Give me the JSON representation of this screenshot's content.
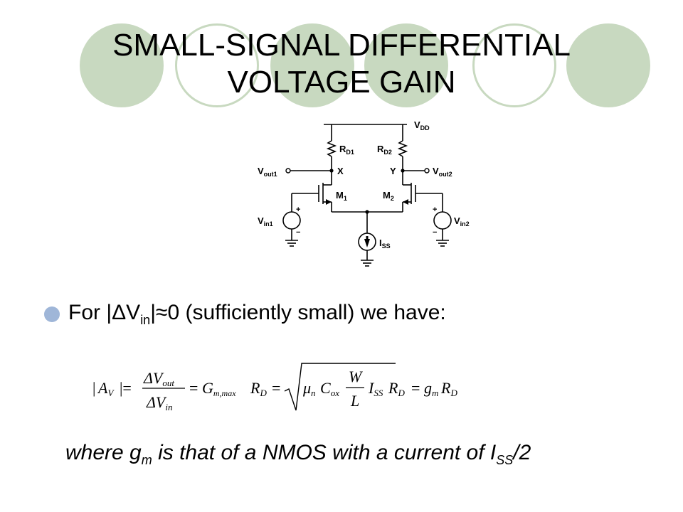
{
  "slide": {
    "title_line1": "SMALL-SIGNAL DIFFERENTIAL",
    "title_line2": "VOLTAGE GAIN"
  },
  "circuit": {
    "vdd": "V",
    "vdd_sub": "DD",
    "rd1": "R",
    "rd1_sub": "D1",
    "rd2": "R",
    "rd2_sub": "D2",
    "vout1": "V",
    "vout1_sub": "out1",
    "vout2": "V",
    "vout2_sub": "out2",
    "node_x": "X",
    "node_y": "Y",
    "m1": "M",
    "m1_sub": "1",
    "m2": "M",
    "m2_sub": "2",
    "vin1": "V",
    "vin1_sub": "in1",
    "vin2": "V",
    "vin2_sub": "in2",
    "iss": "I",
    "iss_sub": "SS",
    "plus": "+",
    "minus": "−"
  },
  "bullet": {
    "prefix": "For |ΔV",
    "sub": "in",
    "suffix": "|≈0 (sufficiently small) we have:"
  },
  "equation": {
    "abs_open": "|",
    "a": "A",
    "a_sub": "V",
    "abs_close": "|=",
    "num": "ΔV",
    "num_sub": "out",
    "den": "ΔV",
    "den_sub": "in",
    "eq1": "=",
    "g": "G",
    "g_sub": "m,max",
    "r": "R",
    "r_sub": "D",
    "eq2": "=",
    "mu": "μ",
    "mu_sub": "n",
    "c": "C",
    "c_sub": "ox",
    "w": "W",
    "l": "L",
    "i": "I",
    "i_sub": "SS",
    "r2": "R",
    "r2_sub": "D",
    "eq3": "=",
    "gm": "g",
    "gm_sub": "m",
    "r3": "R",
    "r3_sub": "D"
  },
  "footer": {
    "prefix": "where g",
    "sub1": "m",
    "middle": " is that of a NMOS with a current of I",
    "sub2": "SS",
    "suffix": "/2"
  }
}
